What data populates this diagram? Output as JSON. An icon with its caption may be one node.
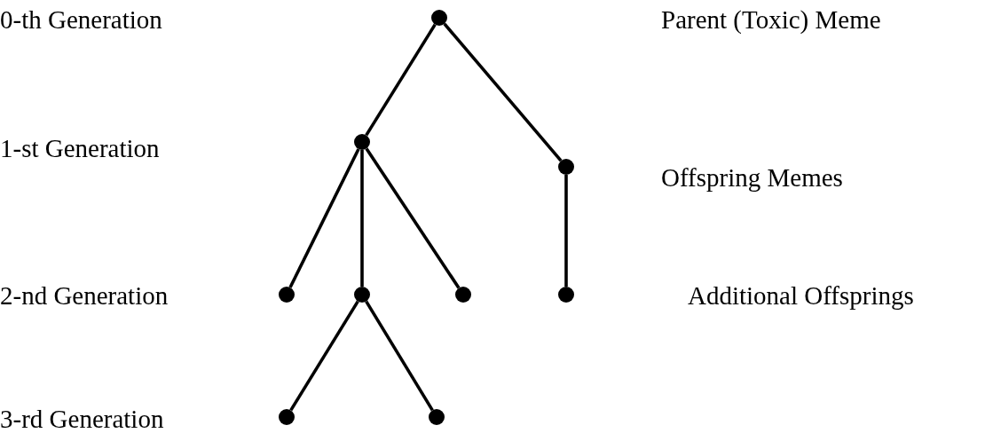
{
  "diagram": {
    "nodes": [
      {
        "text": [],
        "shape": "circle"
      },
      {
        "text": [],
        "shape": "circle"
      },
      {
        "text": [],
        "shape": "circle"
      },
      {
        "text": [],
        "shape": "circle"
      },
      {
        "text": [],
        "shape": "circle"
      },
      {
        "text": [],
        "shape": "circle"
      },
      {
        "text": [],
        "shape": "circle"
      },
      {
        "text": [],
        "shape": "circle"
      },
      {
        "text": [],
        "shape": "circle"
      }
    ],
    "edges": [
      {
        "from": 0,
        "to": 1,
        "arrow": "none"
      },
      {
        "from": 0,
        "to": 2,
        "arrow": "none"
      },
      {
        "from": 1,
        "to": 3,
        "arrow": "none"
      },
      {
        "from": 1,
        "to": 4,
        "arrow": "none"
      },
      {
        "from": 1,
        "to": 5,
        "arrow": "none"
      },
      {
        "from": 2,
        "to": 6,
        "arrow": "none"
      },
      {
        "from": 4,
        "to": 7,
        "arrow": "none"
      },
      {
        "from": 4,
        "to": 8,
        "arrow": "none"
      }
    ],
    "labels": [
      "0-th Generation",
      "Parent (Toxic) Meme",
      "1-st Generation",
      "Offspring Memes",
      "2-nd Generation",
      "Additional Offsprings",
      "3-rd Generation"
    ]
  }
}
